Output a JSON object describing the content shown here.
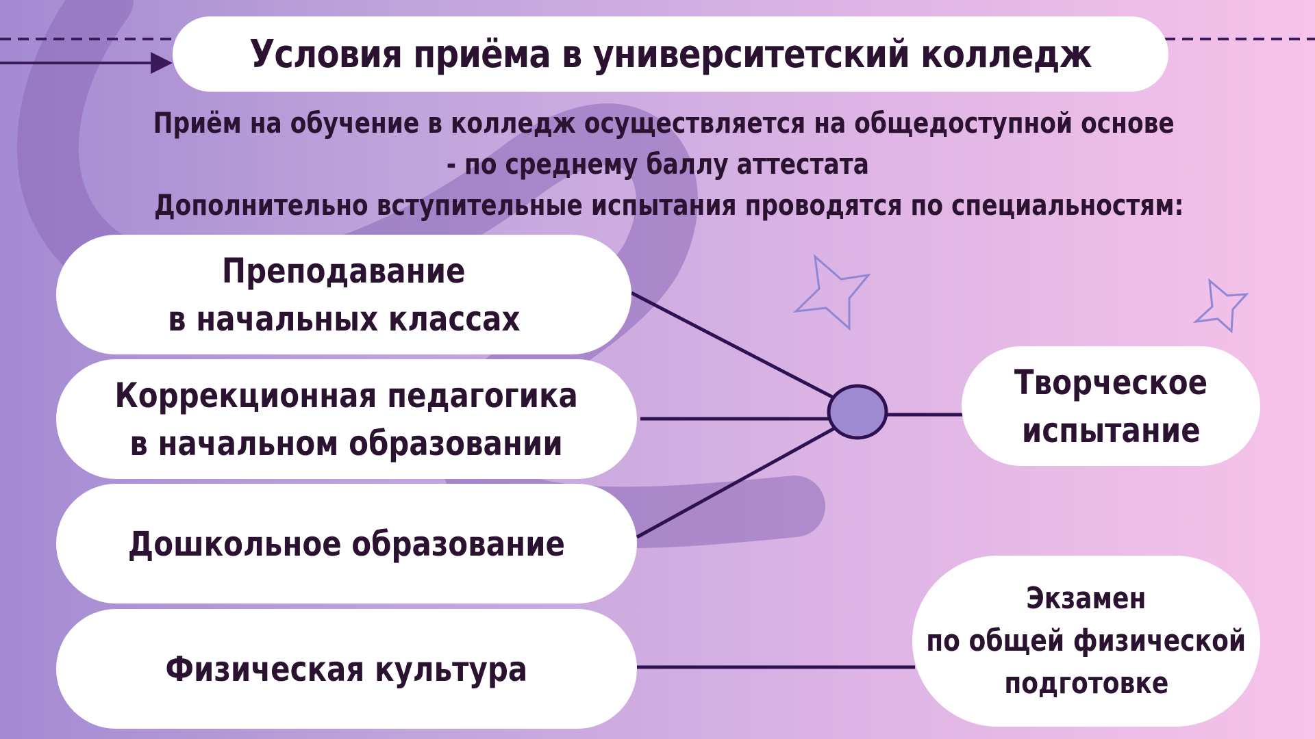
{
  "title": "Условия приёма в университетский колледж",
  "intro": {
    "line1": "Приём на обучение в колледж осуществляется на общедоступной основе",
    "line2": "- по среднему баллу аттестата",
    "line3": "Дополнительно вступительные испытания проводятся по специальностям:"
  },
  "specialties": [
    {
      "line1": "Преподавание",
      "line2": "в начальных классах"
    },
    {
      "line1": "Коррекционная педагогика",
      "line2": "в начальном образовании"
    },
    {
      "line1": "Дошкольное образование"
    },
    {
      "line1": "Физическая культура"
    }
  ],
  "tests": {
    "creative": {
      "line1": "Творческое",
      "line2": "испытание"
    },
    "physical": {
      "line1": "Экзамен",
      "line2": "по общей физической",
      "line3": "подготовке"
    }
  },
  "colors": {
    "text": "#2a1230",
    "connector": "#2e1150",
    "hub_fill": "#9e8ad0",
    "accent_shape": "#8d6ab8",
    "star_outline": "#8f86d4"
  }
}
